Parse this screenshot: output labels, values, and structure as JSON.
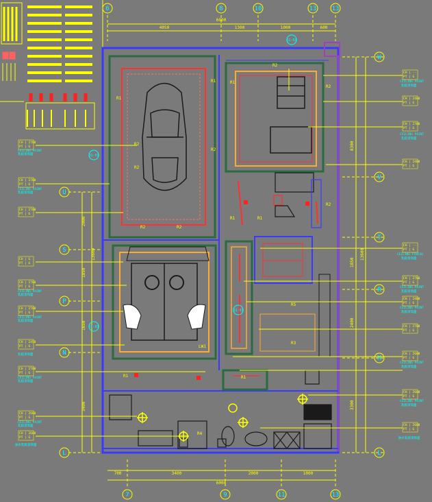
{
  "axes_top": [
    "6",
    "8",
    "10",
    "13",
    "13"
  ],
  "axes_bottom": [
    "7",
    "9",
    "11",
    "13"
  ],
  "axes_right": [
    "W",
    "V",
    "T",
    "R",
    "M",
    "L"
  ],
  "axes_left": [
    "U",
    "S",
    "P",
    "N",
    "L"
  ],
  "dims_top": {
    "total": "6000",
    "segments": [
      "4050",
      "1300",
      "1000",
      "600"
    ]
  },
  "dims_bottom": {
    "total": "6000",
    "segments": [
      "700",
      "3400",
      "2000",
      "1000"
    ]
  },
  "dims_right": [
    "8300",
    "13600",
    "1850",
    "2400",
    "3300"
  ],
  "dims_left": [
    "2000",
    "13600",
    "1850",
    "1650",
    "3400"
  ],
  "room_labels": {
    "r1": "R1",
    "r2": "R2",
    "r3": "R3",
    "r5": "R5",
    "lw1": "LW1",
    "r4": "R4"
  },
  "detail_tags": [
    "D1-01",
    "D1-01",
    "D1-01",
    "D1-01"
  ],
  "callouts_left": [
    {
      "a": "CH | 2700",
      "b": "PT | G",
      "c": "CEILING PAINT",
      "d": "乳胶漆饰面"
    },
    {
      "a": "CH | 2700",
      "b": "PT | G",
      "c": "CEILING PAINT",
      "d": "乳胶漆饰面"
    },
    {
      "a": "CH | 2700",
      "b": "PT | G",
      "c": "",
      "d": ""
    },
    {
      "a": "CH | G",
      "b": "PT | G",
      "c": "",
      "d": ""
    },
    {
      "a": "CH | 2700",
      "b": "PT | G",
      "c": "CEILING PAINT",
      "d": "乳胶漆饰面"
    },
    {
      "a": "CH | 2700",
      "b": "PT | G",
      "c": "CEILING PAINT",
      "d": "乳胶漆饰面"
    },
    {
      "a": "CH | 2450",
      "b": "PT | G",
      "c": "",
      "d": "乳胶漆饰面"
    },
    {
      "a": "CH | 2700",
      "b": "PT | G",
      "c": "CEILING PAINT",
      "d": "乳胶漆饰面"
    },
    {
      "a": "CH | 2600",
      "b": "PT | G",
      "c": "CEILING PAINT",
      "d": "乳胶漆饰面"
    },
    {
      "a": "CH | 2600",
      "b": "PT | G",
      "c": "",
      "d": "防水乳胶漆饰面"
    }
  ],
  "callouts_right": [
    {
      "a": "CH | --",
      "b": "PT | G",
      "c": "CEILING PAINT",
      "d": "乳胶漆饰面"
    },
    {
      "a": "CH | 2400",
      "b": "PT | G",
      "c": "",
      "d": ""
    },
    {
      "a": "CH | 2700",
      "b": "PT | G",
      "c": "CEILING PAINT",
      "d": "乳胶漆饰面"
    },
    {
      "a": "CH | 2400",
      "b": "PT | G",
      "c": "",
      "d": ""
    },
    {
      "a": "CH | --",
      "b": "PT | G",
      "c": "CEILING FINISH",
      "d": "乳胶漆饰面"
    },
    {
      "a": "CH | 2700",
      "b": "PT | G",
      "c": "CEILING PAINT",
      "d": "乳胶漆饰面"
    },
    {
      "a": "CH | 2400",
      "b": "PT | G",
      "c": "CEILING PAINT",
      "d": "乳胶漆饰面"
    },
    {
      "a": "CH | 2700",
      "b": "PT | G",
      "c": "",
      "d": ""
    },
    {
      "a": "CH | 2600",
      "b": "PT | G",
      "c": "CEILING PAINT",
      "d": "乳胶漆饰面"
    },
    {
      "a": "CH | 2600",
      "b": "PT | G",
      "c": "CEILING PAINT",
      "d": "乳胶漆饰面"
    },
    {
      "a": "CH | 2600",
      "b": "PT | G",
      "c": "",
      "d": "防水乳胶漆饰面"
    }
  ],
  "colors": {
    "background": "#7a7a7a",
    "wall": "#3a3aff",
    "ceiling_line": "#ff3030",
    "dim_line": "#ffff00",
    "fixture": "#1a1a1a",
    "accent": "#00ffff",
    "green_panel": "#2c6b40"
  }
}
